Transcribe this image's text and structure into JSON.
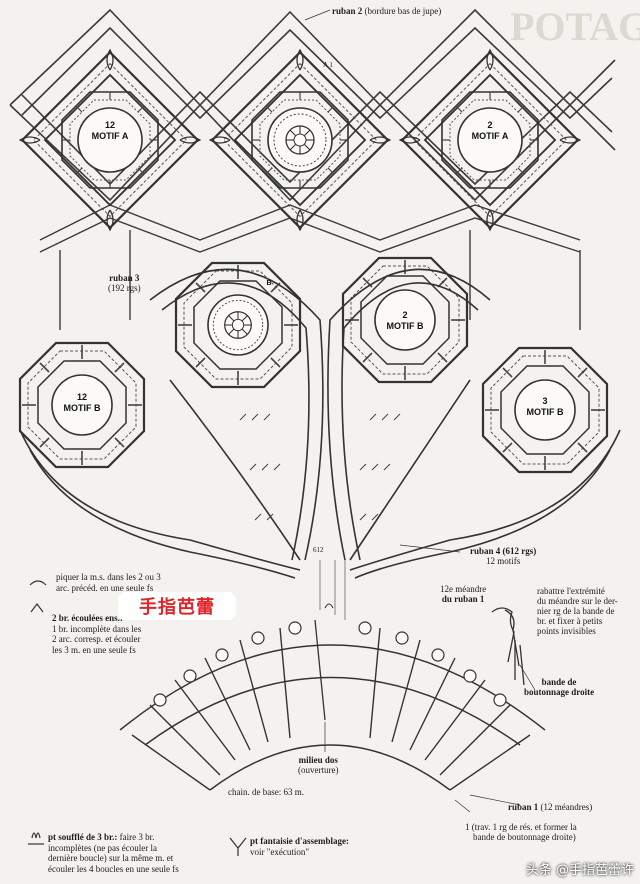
{
  "header": {
    "ruban2": "ruban 2",
    "ruban2_note": "(bordure bas de jupe)",
    "a1": "A 1"
  },
  "motifs": {
    "a_left": {
      "num": "12",
      "name": "MOTIF A"
    },
    "a_right": {
      "num": "2",
      "name": "MOTIF A"
    },
    "b_top_left": {
      "num": "B"
    },
    "b_center": {
      "num": "2",
      "name": "MOTIF B"
    },
    "b_left": {
      "num": "12",
      "name": "MOTIF B"
    },
    "b_right": {
      "num": "3",
      "name": "MOTIF B"
    }
  },
  "labels": {
    "ruban3": "ruban 3",
    "ruban3_count": "(192 rgs)",
    "ruban4": "ruban 4 (612 rgs)",
    "ruban4_motifs": "12 motifs",
    "num612": "612",
    "meandre_num": "12e méandre",
    "meandre_ruban": "du ruban 1",
    "rabattre": [
      "rabattre l'extrémité",
      "du méandre sur le der-",
      "nier rg de la bande de",
      "br. et fixer à petits",
      "points invisibles"
    ],
    "bande_droite": [
      "bande de",
      "boutonnage droite"
    ],
    "milieu_dos": "milieu dos",
    "ouverture": "(ouverture)",
    "chain_base": "chain. de base: 63 m.",
    "ruban1": "ruban 1",
    "ruban1_meandres": "(12 méandres)",
    "trav_note": [
      "1 (trav. 1 rg de rés. et former la",
      "bande de boutonnage droite)"
    ]
  },
  "legend": {
    "piquer": [
      "piquer la m.s. dans les 2 ou 3",
      "arc. précéd. en une seule fs"
    ],
    "br_title": "2 br. écoulées ens.:",
    "br_text": [
      "1 br. incomplète dans les",
      "2 arc. corresp. et écouler",
      "les 3 m. en une seule fs"
    ],
    "pt_souffle_title": "pt soufflé de 3 br.:",
    "pt_souffle_text": [
      "faire 3 br.",
      "incomplètes (ne pas écouler la",
      "dernière boucle) sur la même m. et",
      "écouler les 4 boucles en une seule fs"
    ],
    "pt_fantaisie_title": "pt fantaisie d'assemblage:",
    "pt_fantaisie_text": "voir \"exécution\""
  },
  "watermarks": {
    "red": "手指芭蕾",
    "bottom": "头条 @手指芭蕾许"
  },
  "colors": {
    "ink": "#2a2a2a",
    "paper": "#f4f2ef",
    "watermark_red": "#e0242b"
  }
}
